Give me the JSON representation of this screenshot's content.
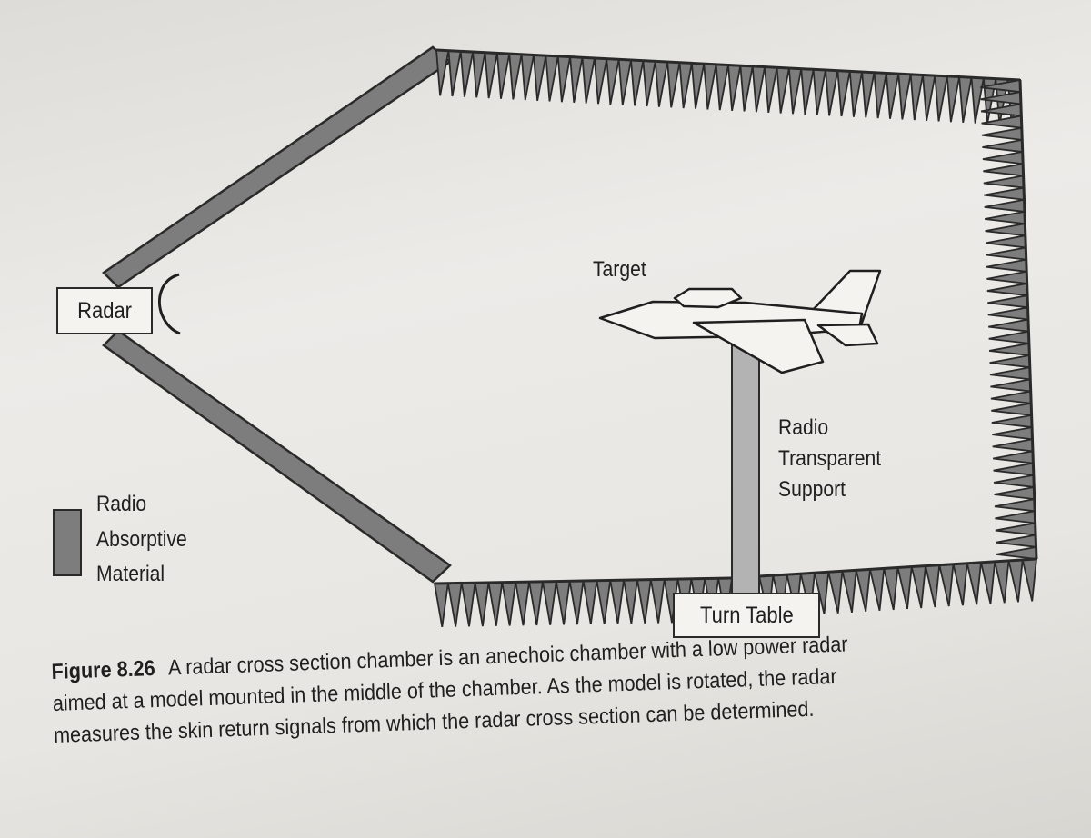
{
  "diagram": {
    "labels": {
      "radar": "Radar",
      "target": "Target",
      "support": [
        "Radio",
        "Transparent",
        "Support"
      ],
      "turn_table": "Turn Table",
      "legend": [
        "Radio",
        "Absorptive",
        "Material"
      ]
    },
    "colors": {
      "absorber": "#7d7d7d",
      "outline": "#2a2a2a",
      "support": "#b3b3b3",
      "target_fill": "#f4f3f0"
    }
  },
  "caption": {
    "figure_number": "Figure 8.26",
    "lines": [
      "A radar cross section chamber is an anechoic chamber with a low power radar",
      "aimed at a model mounted in the middle of the chamber. As the model is rotated, the radar",
      "measures the skin return signals from which the radar cross section can be determined."
    ]
  }
}
